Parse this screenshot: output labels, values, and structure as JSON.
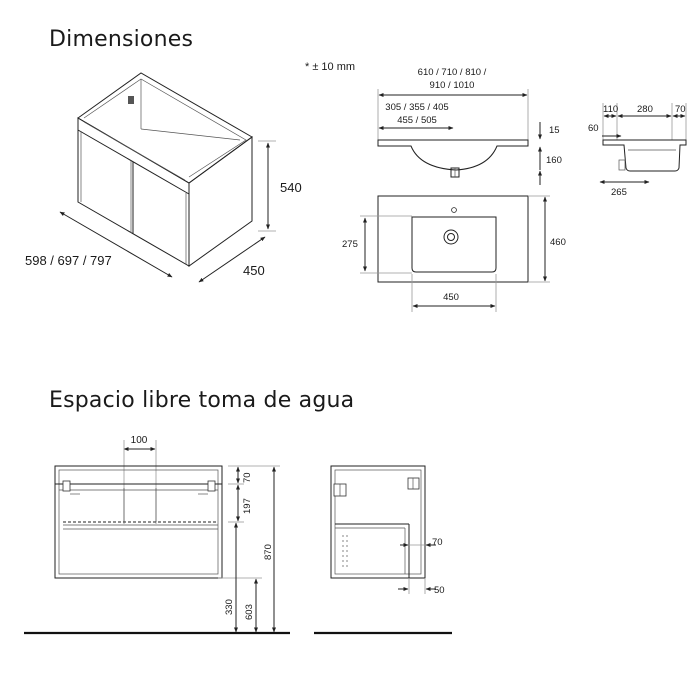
{
  "headings": {
    "dimensions": "Dimensiones",
    "water_clearance": "Espacio libre toma de agua"
  },
  "tolerance_note": "* ± 10 mm",
  "cabinet": {
    "width": "598 / 697 / 797",
    "depth": "450",
    "height": "540"
  },
  "basin_section": {
    "overall_width_line1": "610 / 710 / 810 /",
    "overall_width_line2": "910 / 1010",
    "inner_width_line1": "305 / 355 / 405",
    "inner_width_line2": "455 / 505",
    "top_thickness": "15",
    "bowl_depth": "160"
  },
  "basin_plan": {
    "bowl_depth": "275",
    "overall_depth": "460",
    "bowl_width": "450"
  },
  "basin_profile": {
    "dim_110": "110",
    "dim_280": "280",
    "dim_70": "70",
    "dim_60": "60",
    "dim_265": "265"
  },
  "front_elevation": {
    "pipe_spacing": "100",
    "top_gap": "70",
    "drawer_zone": "197",
    "total_height": "870",
    "shelf_height": "603",
    "floor_to_pipe": "330"
  },
  "side_elevation": {
    "drawer_recess": "70",
    "shelf_setback": "50"
  }
}
